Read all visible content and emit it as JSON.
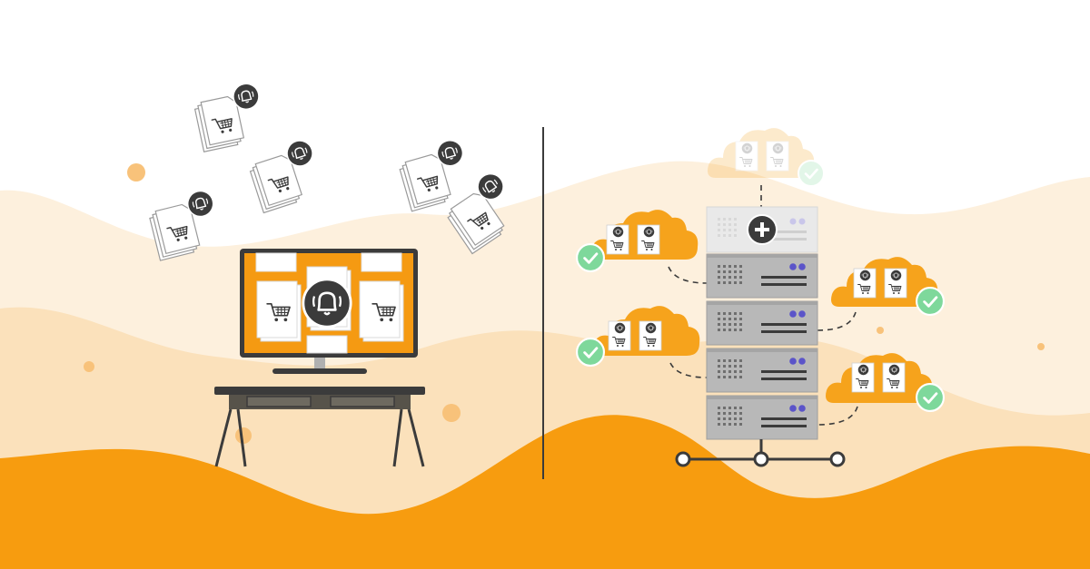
{
  "palette": {
    "background": "#ffffff",
    "wave_light": "#fdf0dd",
    "wave_mid": "#fbe1bb",
    "wave_dark": "#f79c0f",
    "accent_orange": "#f59a12",
    "cloud_orange": "#f6a31c",
    "dot_orange": "#f8c27a",
    "dark_gray": "#3b3b3b",
    "desk_brown": "#57534a",
    "server_gray": "#b8b8b8",
    "server_light": "#e9e9e9",
    "check_green": "#7ed89b",
    "server_dot_purple": "#5b54c9"
  },
  "left_scene": {
    "flying_docs": [
      {
        "name": "doc-stack-1",
        "icons": [
          "bell-icon",
          "shopping-cart-icon"
        ]
      },
      {
        "name": "doc-stack-2",
        "icons": [
          "bell-icon",
          "shopping-cart-icon"
        ]
      },
      {
        "name": "doc-stack-3",
        "icons": [
          "bell-icon",
          "shopping-cart-icon"
        ]
      },
      {
        "name": "doc-stack-4",
        "icons": [
          "bell-icon",
          "shopping-cart-icon"
        ]
      },
      {
        "name": "doc-stack-5",
        "icons": [
          "bell-icon",
          "shopping-cart-icon"
        ]
      }
    ],
    "monitor_icons": [
      "shopping-cart-icon",
      "bell-icon",
      "shopping-cart-icon"
    ]
  },
  "right_scene": {
    "server_units": 5,
    "top_unit_icon": "plus-icon",
    "clouds": [
      {
        "name": "cloud-top",
        "faded": true,
        "status": "check-icon"
      },
      {
        "name": "cloud-left-upper",
        "faded": false,
        "status": "check-icon"
      },
      {
        "name": "cloud-left-lower",
        "faded": false,
        "status": "check-icon"
      },
      {
        "name": "cloud-right-upper",
        "faded": false,
        "status": "check-icon"
      },
      {
        "name": "cloud-right-lower",
        "faded": false,
        "status": "check-icon"
      }
    ]
  }
}
